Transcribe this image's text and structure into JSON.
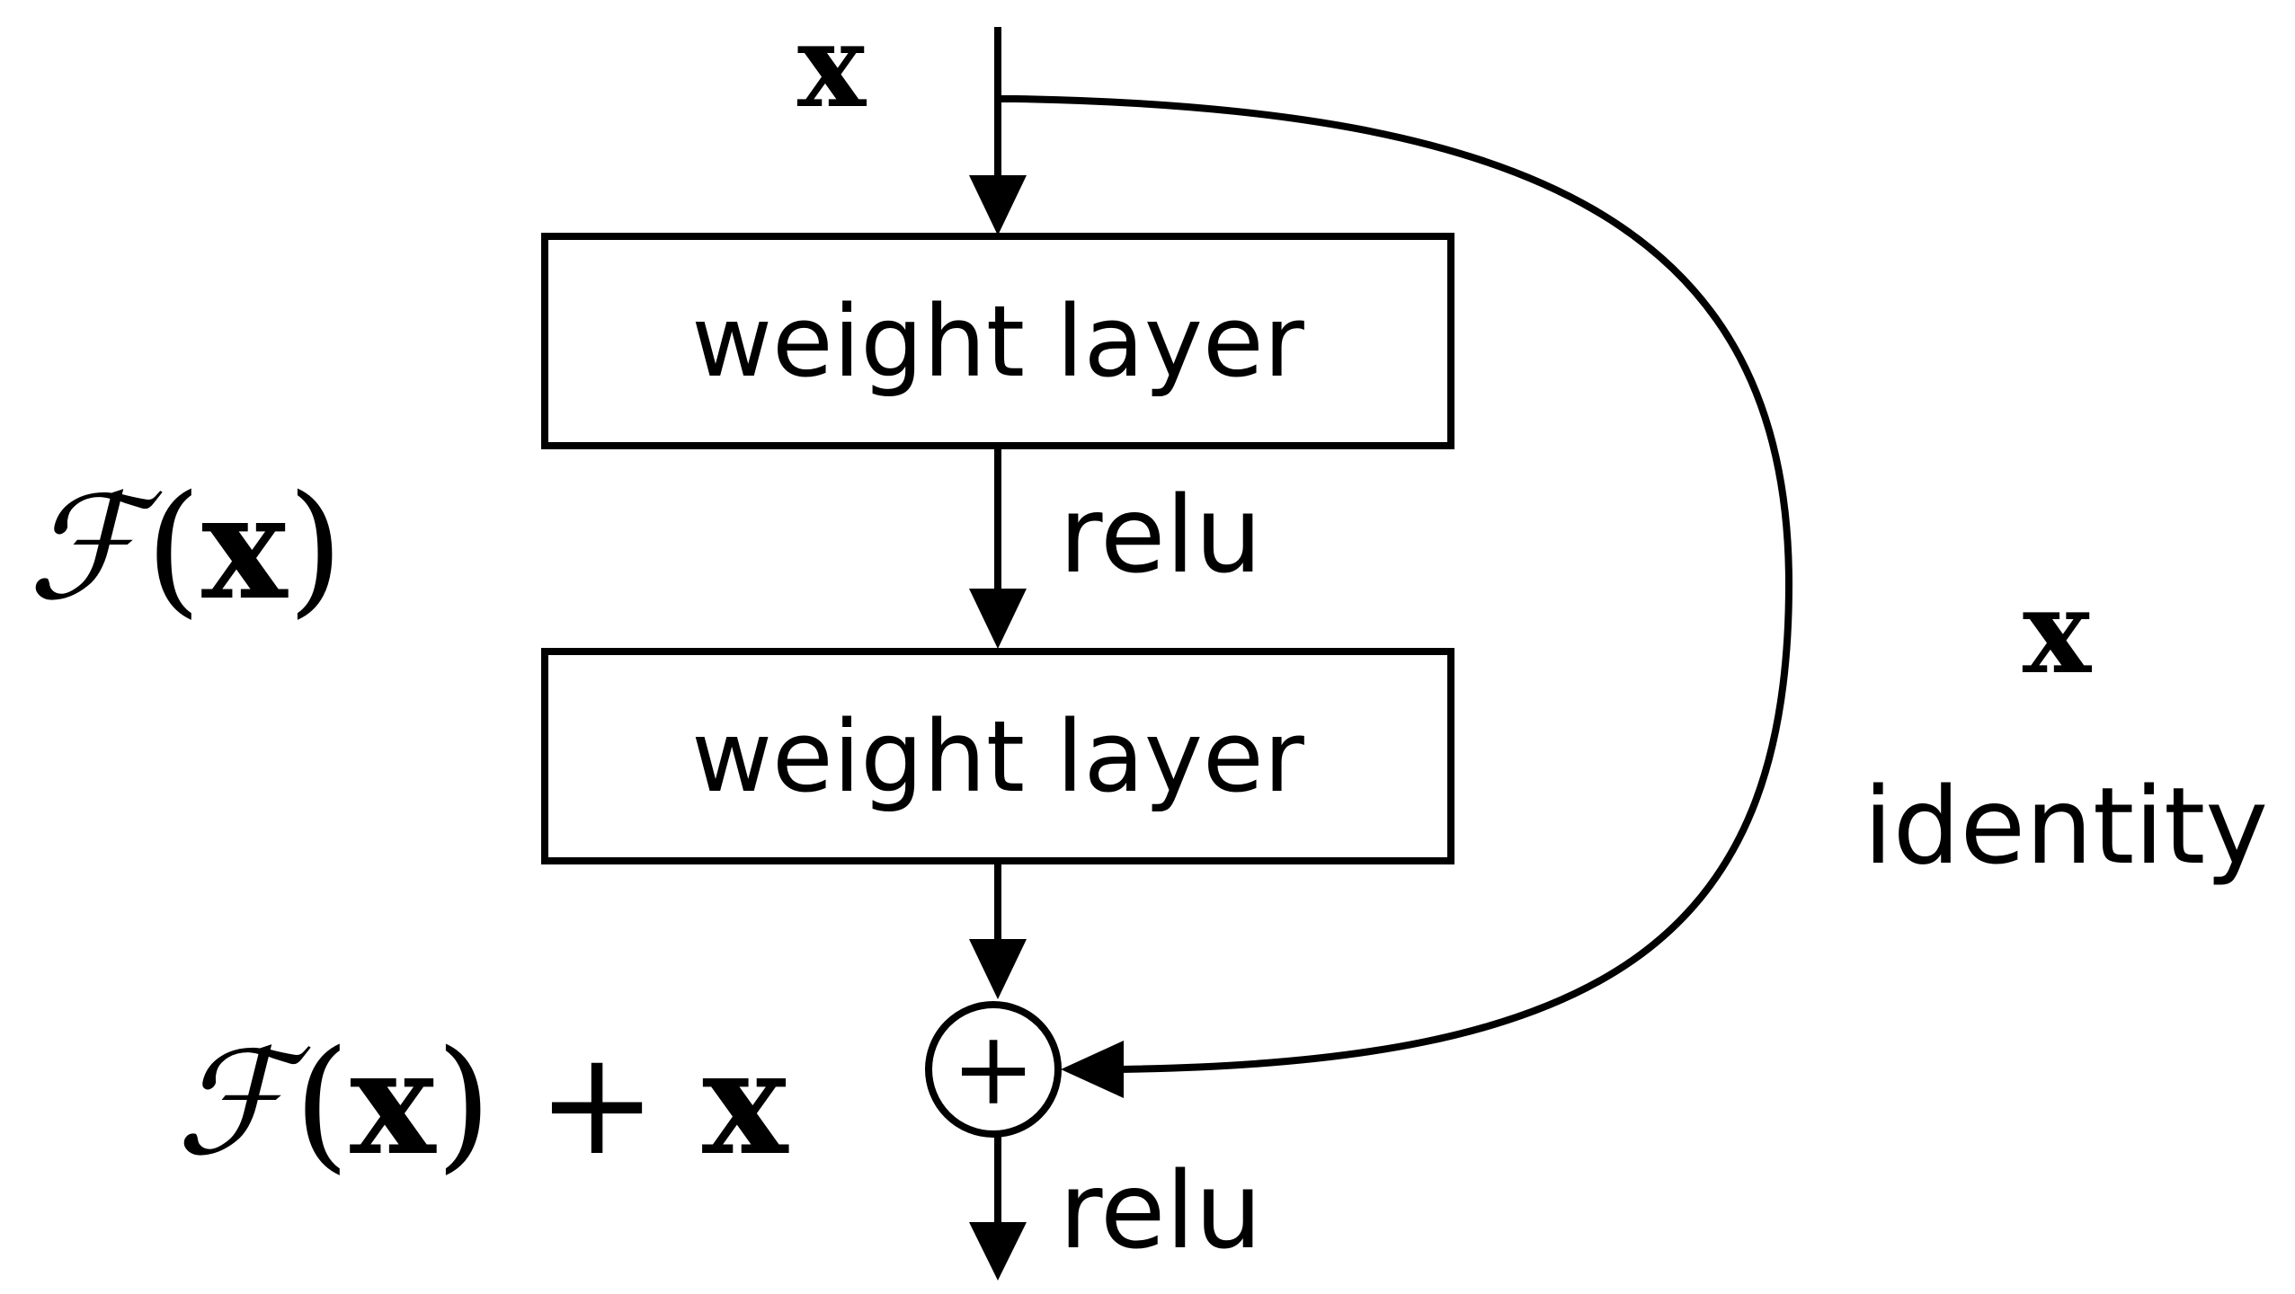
{
  "diagram": {
    "input_label": "x",
    "layer1_label": "weight layer",
    "relu1_label": "relu",
    "layer2_label": "weight layer",
    "residual_label": {
      "func": "ℱ",
      "open": "(",
      "arg": "x",
      "close": ")"
    },
    "shortcut_label": "x",
    "identity_label": "identity",
    "output_label": {
      "func": "ℱ",
      "open": "(",
      "arg": "x",
      "close": ")",
      "op": "+",
      "term": "x"
    },
    "sum_symbol": "+",
    "relu2_label": "relu"
  },
  "colors": {
    "stroke": "#000000",
    "background": "#ffffff"
  }
}
